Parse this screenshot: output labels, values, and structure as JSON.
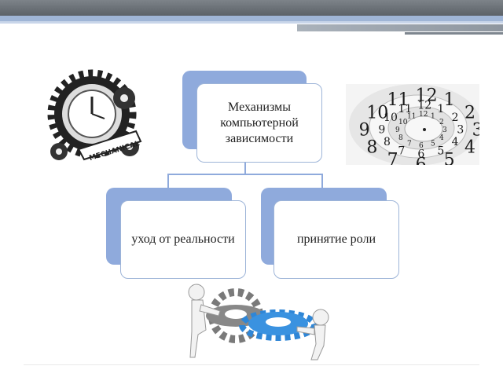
{
  "diagram": {
    "root": {
      "label": "Механизмы компьютерной зависимости"
    },
    "children": [
      {
        "label": "уход от реальности"
      },
      {
        "label": "принятие роли"
      }
    ]
  },
  "images": {
    "mechanical_logo_text": "MECHANICAL",
    "clock_numbers": [
      "12",
      "1",
      "2",
      "3",
      "4",
      "5",
      "6",
      "7",
      "8",
      "9",
      "10",
      "11"
    ]
  },
  "colors": {
    "accent": "#8faadc",
    "gear_gray": "#7a7a7a",
    "gear_blue": "#2f86d6",
    "topbar": "#5b6167"
  }
}
